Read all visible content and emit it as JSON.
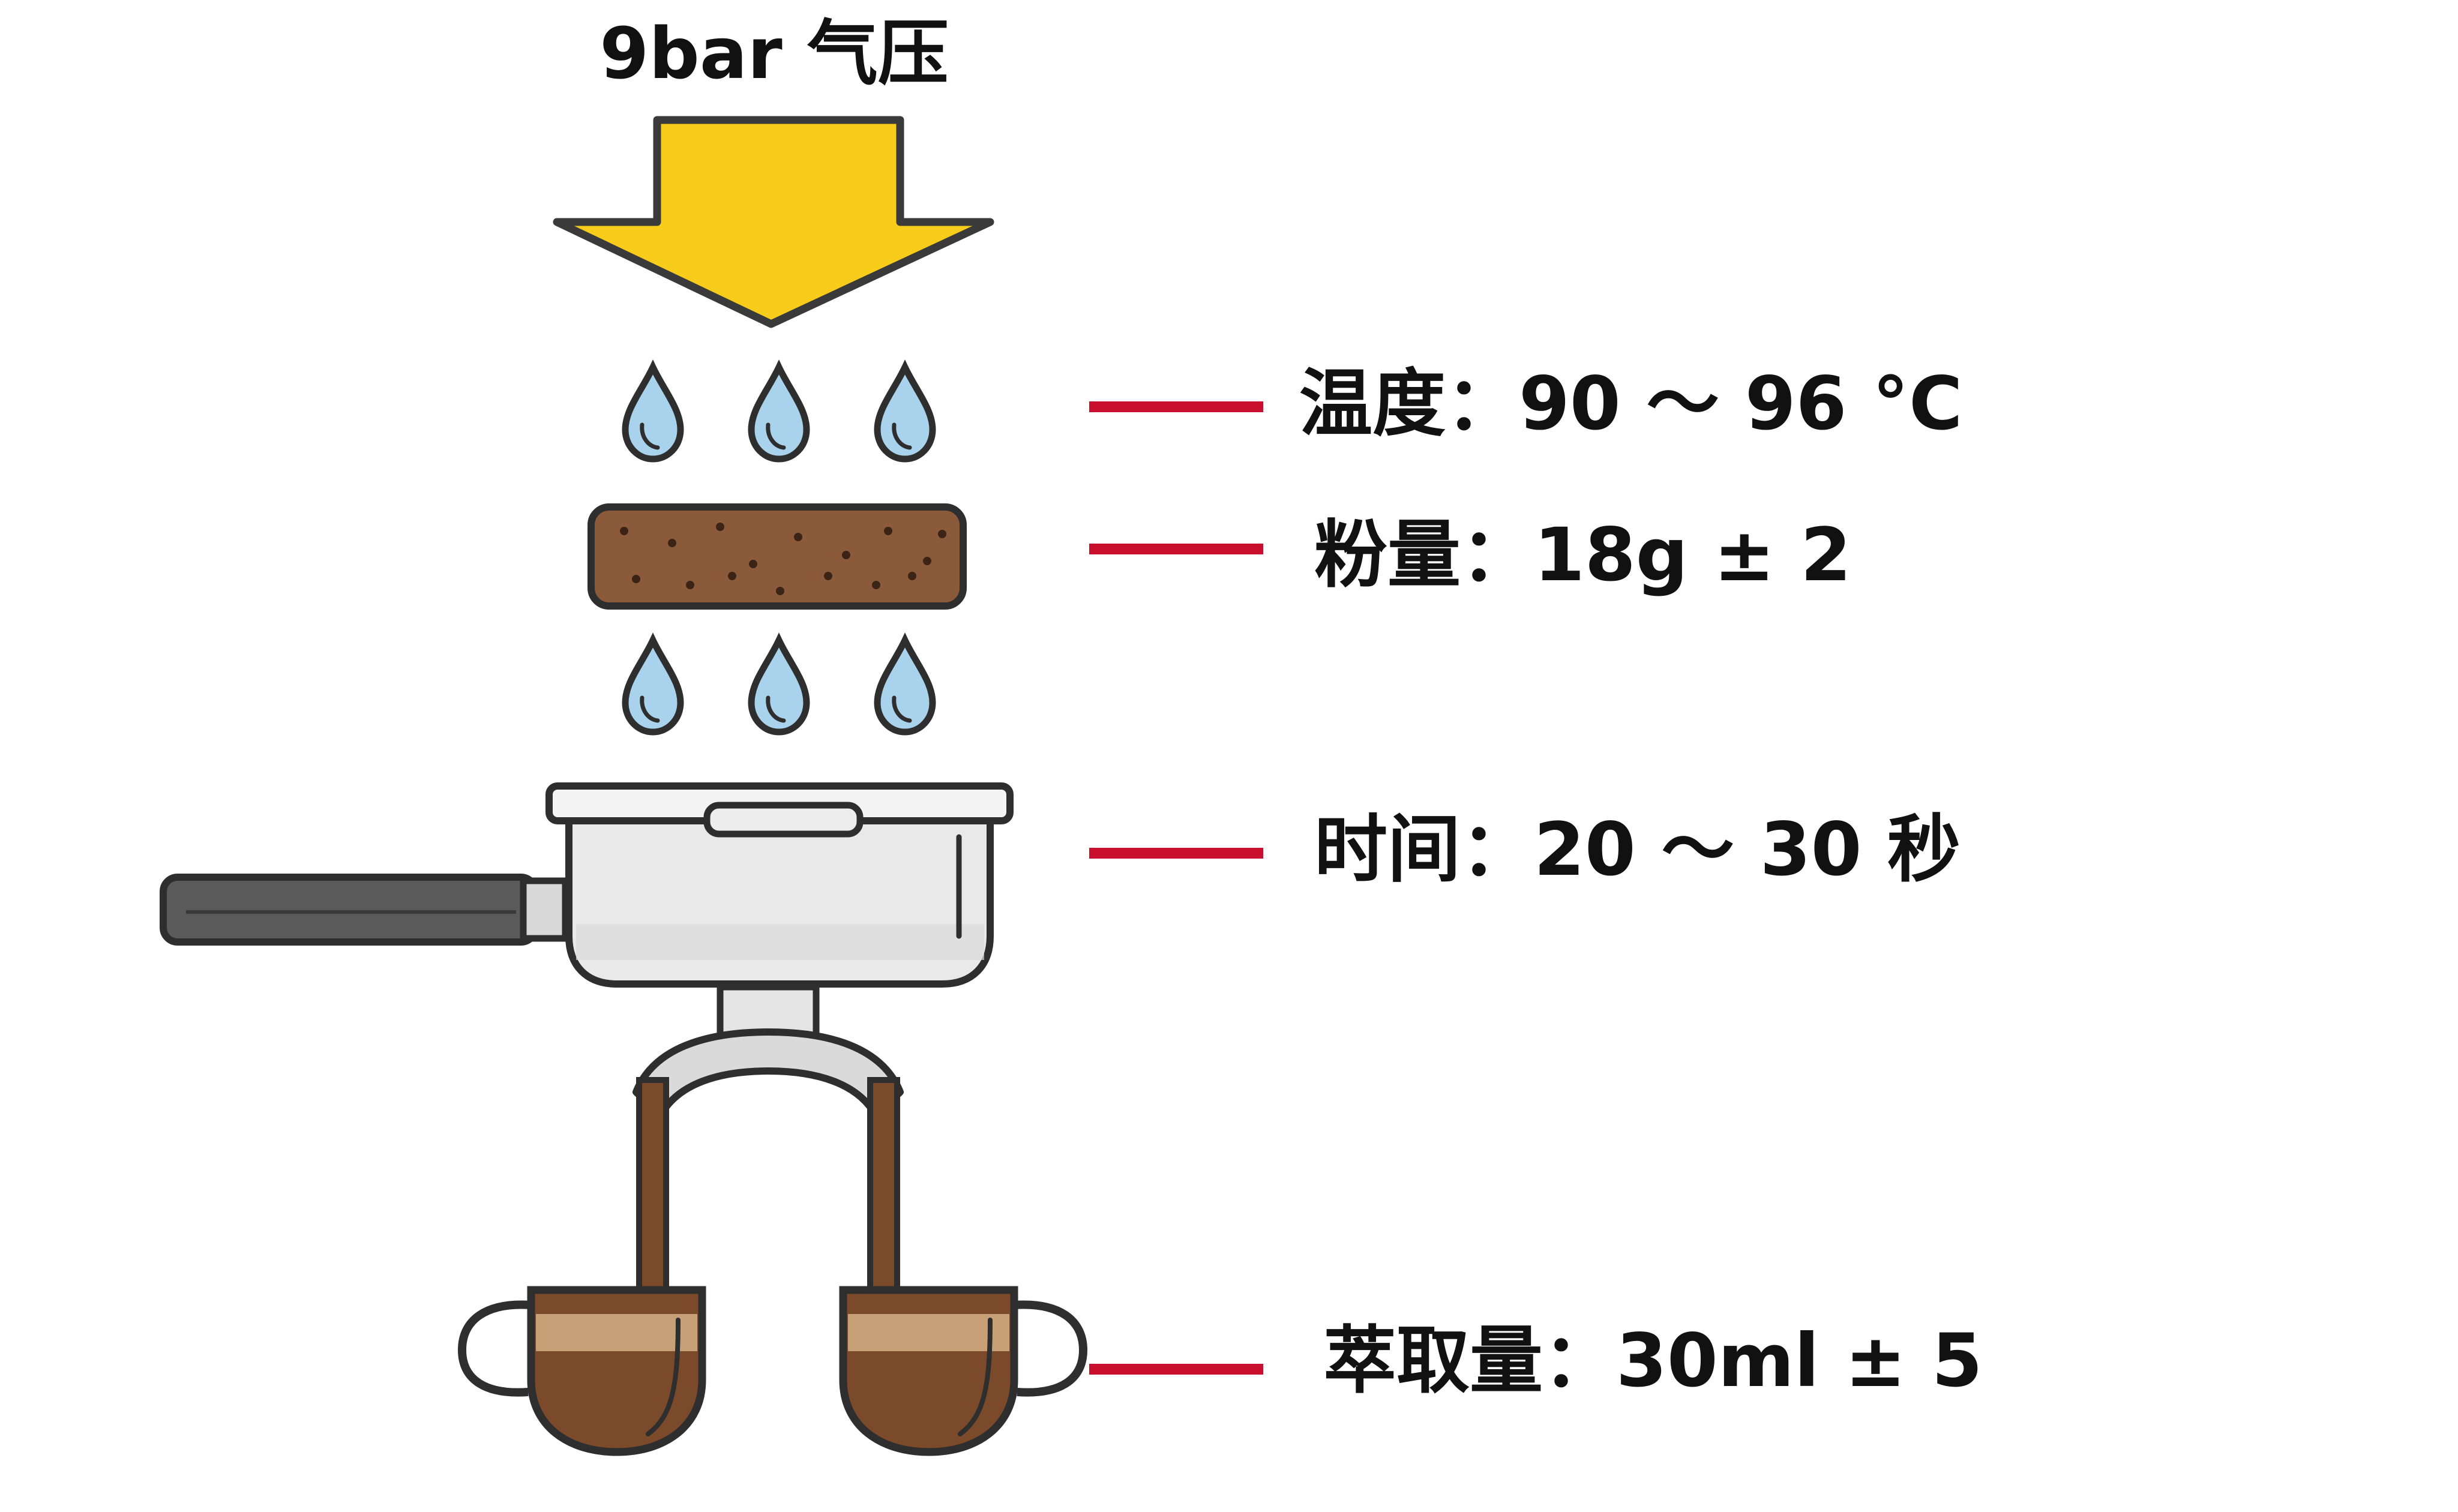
{
  "title": "9bar 气压",
  "parameters": {
    "temperature": "温度：90 ～ 96 °C",
    "dose": "粉量：18g ± 2",
    "time": "时间：20 ～ 30 秒",
    "yield": "萃取量：30ml ± 5"
  },
  "colors": {
    "arrow": "#F8CC1B",
    "outline": "#3A3A3A",
    "water": "#A9D3EC",
    "coffee_puck": "#8B5A3A",
    "coffee": "#7A4A2A",
    "crema": "#C8A078",
    "leader_line": "#C8102E",
    "handle": "#5A5A5A",
    "basket": "#E9E9E9"
  },
  "icons": [
    "pressure-arrow-icon",
    "water-drop-icon",
    "coffee-puck-icon",
    "portafilter-icon",
    "espresso-cup-icon"
  ]
}
